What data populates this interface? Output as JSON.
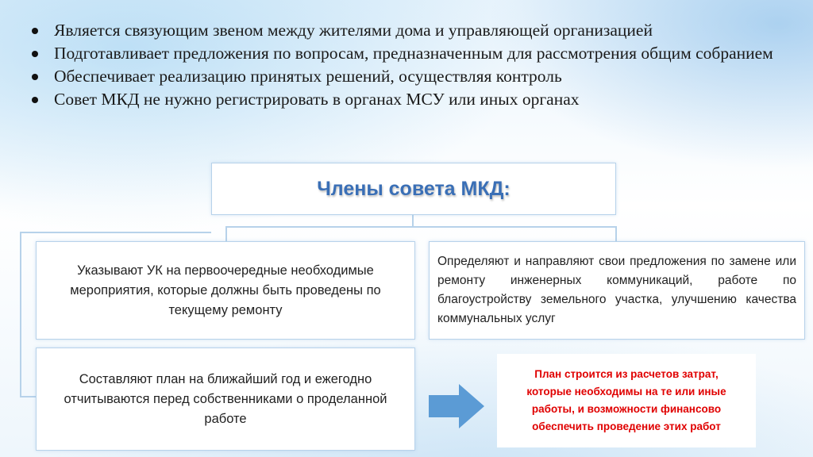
{
  "bullets": [
    "Является связующим звеном между жителями дома и управляющей организацией",
    "Подготавливает предложения по вопросам, предназначенным для рассмотрения общим собранием",
    "Обеспечивает реализацию принятых решений, осуществляя контроль",
    "Совет МКД не нужно регистрировать в органах МСУ или иных органах"
  ],
  "diagram": {
    "title": "Члены совета МКД:",
    "box_left_top": "Указывают УК на первоочередные необходимые мероприятия, которые должны быть проведены по текущему ремонту",
    "box_right_top": "Определяют и направляют свои предложения по замене или ремонту инженерных коммуникаций, работе по благоустройству земельного участка, улучшению качества коммунальных услуг",
    "box_left_bottom": "Составляют план на ближайший год и ежегодно отчитываются перед собственниками о проделанной работе",
    "note_lines": [
      "План строится из расчетов затрат,",
      "которые необходимы на те или иные",
      "работы, и возможности финансово",
      "обеспечить проведение этих работ"
    ]
  },
  "colors": {
    "title": "#3a6fb6",
    "note": "#e00000",
    "arrow": "#5b9bd5",
    "border": "#b7d2ea"
  }
}
